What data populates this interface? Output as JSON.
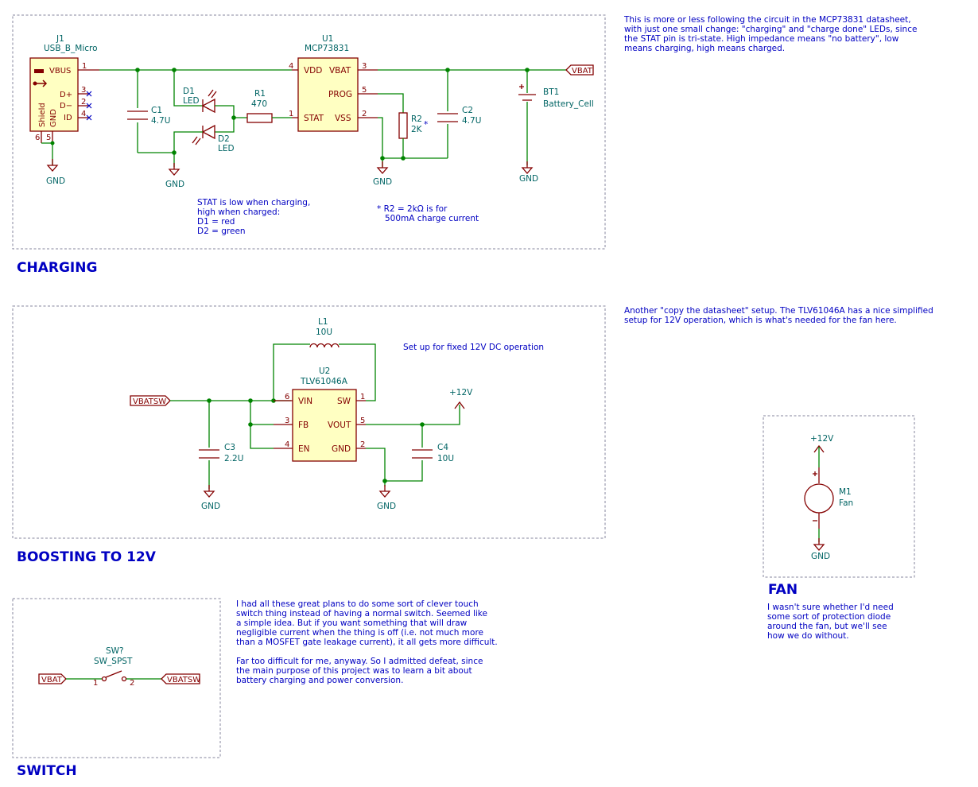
{
  "sections": {
    "charging": "CHARGING",
    "boosting": "BOOSTING TO 12V",
    "switch": "SWITCH",
    "fan": "FAN"
  },
  "notes": {
    "charging_desc": [
      "This is more or less following the circuit in the MCP73831 datasheet,",
      "with just one small change: \"charging\" and \"charge done\" LEDs, since",
      "the STAT pin is tri-state. High impedance means \"no battery\", low",
      "means charging, high means charged."
    ],
    "stat_note": [
      "STAT is low when charging,",
      "high when charged:",
      "D1 = red",
      "D2 = green"
    ],
    "r2_note": [
      "* R2 = 2kΩ is for",
      "500mA charge current"
    ],
    "boost_desc": [
      "Another \"copy the datasheet\" setup. The TLV61046A has a nice simplified",
      "setup for 12V operation, which is what's needed for the fan here."
    ],
    "boost_setup": "Set up for fixed 12V DC operation",
    "switch_desc": [
      "I had all these great plans to do some sort of clever touch",
      "switch thing instead of having a normal switch. Seemed like",
      "a simple idea. But if you want something that will draw",
      "negligible current when the thing is off (i.e. not much more",
      "than a MOSFET gate leakage current), it all gets more difficult.",
      "",
      "Far too difficult for me, anyway. So I admitted defeat, since",
      "the main purpose of this project was to learn a bit about",
      "battery charging and power conversion."
    ],
    "fan_desc": [
      "I wasn't sure whether I'd need",
      "some sort of protection diode",
      "around the fan, but we'll see",
      "how we do without."
    ]
  },
  "components": {
    "j1": {
      "ref": "J1",
      "value": "USB_B_Micro",
      "pins": [
        "VBUS",
        "D+",
        "D−",
        "ID",
        "GND",
        "Shield"
      ],
      "nums": [
        "1",
        "3",
        "2",
        "4",
        "5",
        "6"
      ]
    },
    "u1": {
      "ref": "U1",
      "value": "MCP73831",
      "pins": [
        "VDD",
        "VBAT",
        "PROG",
        "STAT",
        "VSS"
      ],
      "nums": [
        "4",
        "3",
        "5",
        "1",
        "2"
      ]
    },
    "c1": {
      "ref": "C1",
      "value": "4.7U"
    },
    "d1": {
      "ref": "D1",
      "value": "LED"
    },
    "d2": {
      "ref": "D2",
      "value": "LED"
    },
    "r1": {
      "ref": "R1",
      "value": "470"
    },
    "r2": {
      "ref": "R2",
      "value": "2K",
      "mark": "*"
    },
    "c2": {
      "ref": "C2",
      "value": "4.7U"
    },
    "bt1": {
      "ref": "BT1",
      "value": "Battery_Cell"
    },
    "l1": {
      "ref": "L1",
      "value": "10U"
    },
    "u2": {
      "ref": "U2",
      "value": "TLV61046A",
      "pins": [
        "VIN",
        "SW",
        "FB",
        "VOUT",
        "EN",
        "GND"
      ],
      "nums": [
        "6",
        "1",
        "3",
        "5",
        "4",
        "2"
      ]
    },
    "c3": {
      "ref": "C3",
      "value": "2.2U"
    },
    "c4": {
      "ref": "C4",
      "value": "10U"
    },
    "sw": {
      "ref": "SW?",
      "value": "SW_SPST",
      "nums": [
        "1",
        "2"
      ]
    },
    "m1": {
      "ref": "M1",
      "value": "Fan"
    }
  },
  "nets": {
    "gnd": "GND",
    "vbat": "VBAT",
    "vbatsw": "VBATSW",
    "p12v": "+12V"
  },
  "colors": {
    "wire": "#008400",
    "component": "#840000",
    "component_fill": "#FFFFC2",
    "text": "#006464",
    "note": "#0000C2",
    "box": "#84849C"
  }
}
